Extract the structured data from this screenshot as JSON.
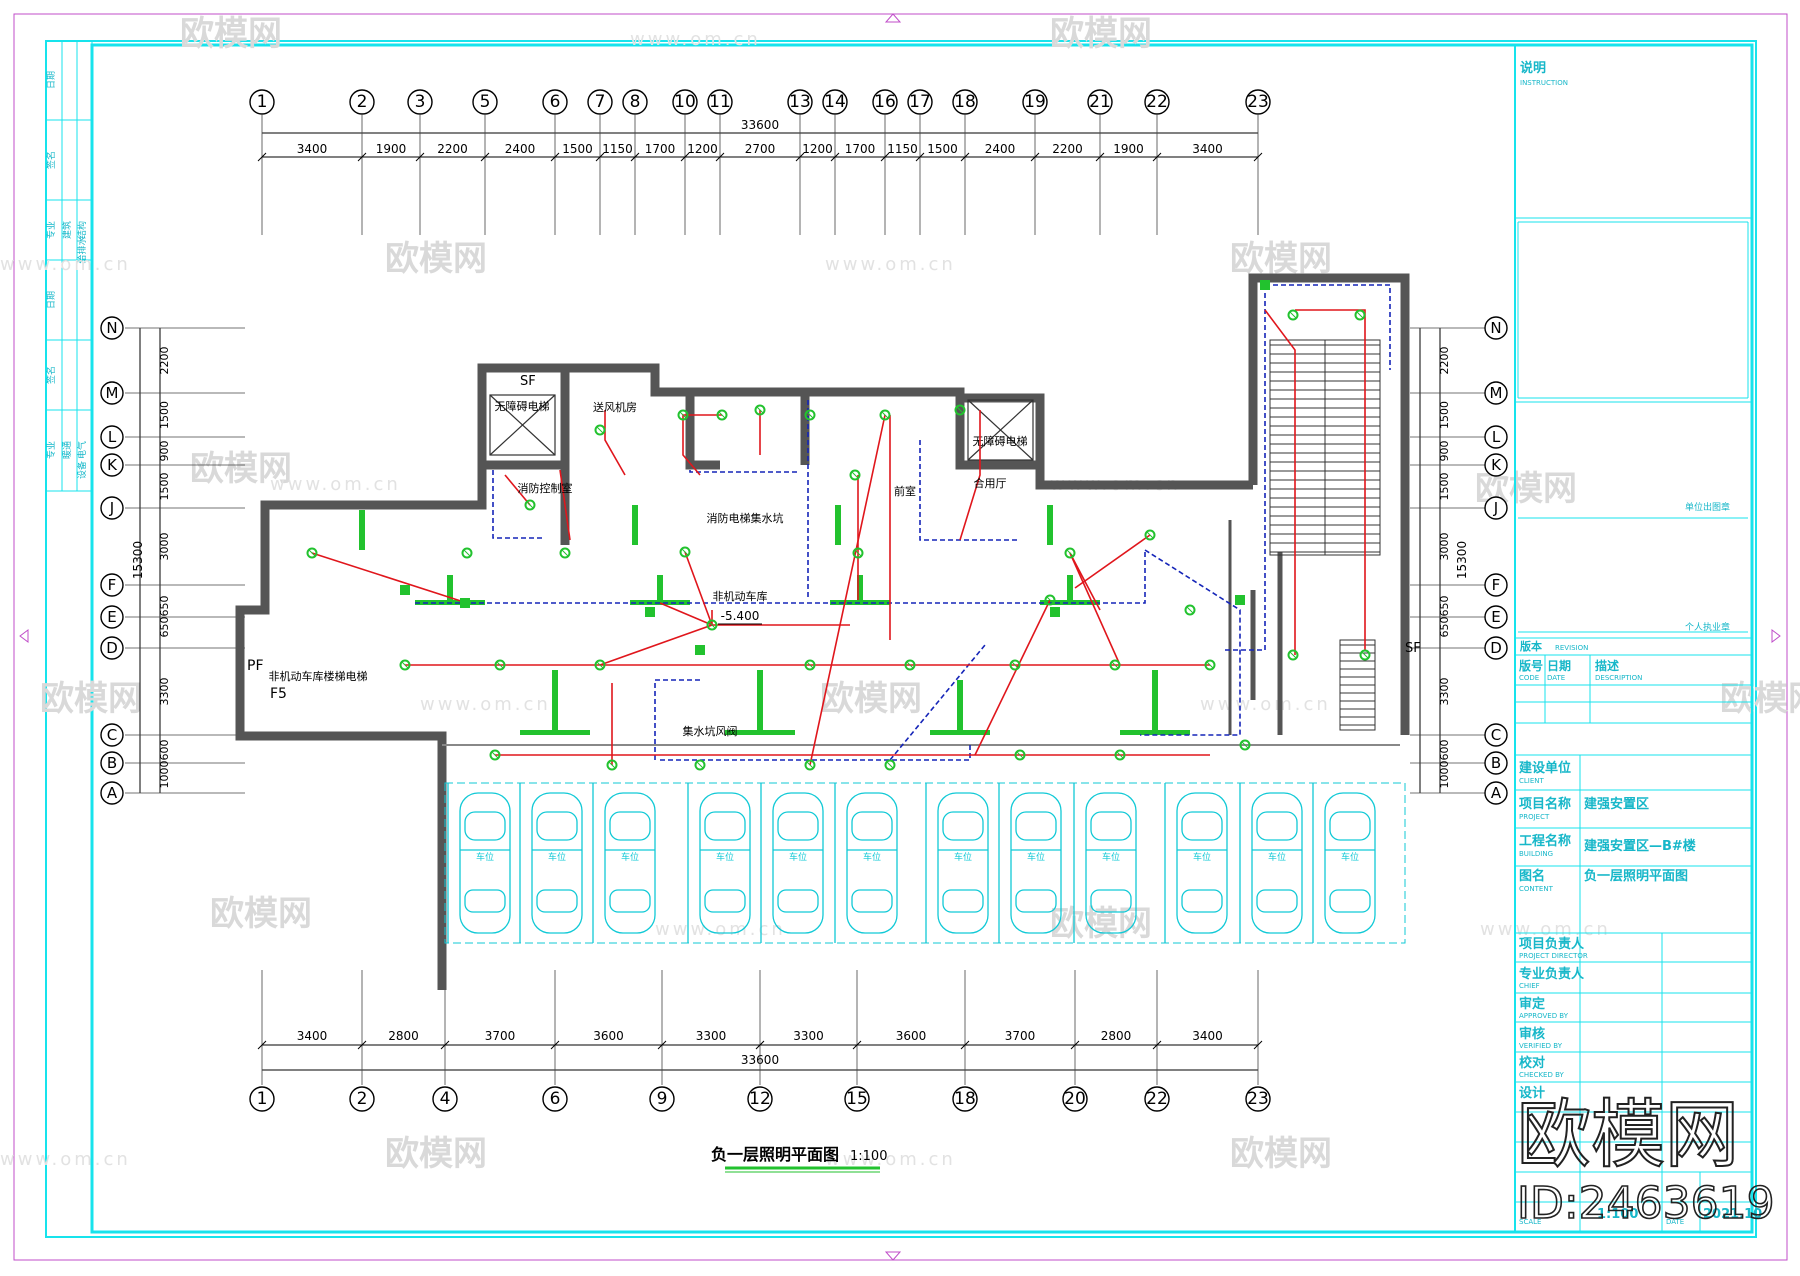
{
  "drawing": {
    "title": "负一层照明平面图",
    "scale": "1:100",
    "elevation": "-5.400",
    "overall_dim": "33600"
  },
  "axes_top": [
    "1",
    "2",
    "3",
    "5",
    "6",
    "7",
    "8",
    "10",
    "11",
    "13",
    "14",
    "16",
    "17",
    "18",
    "19",
    "21",
    "22",
    "23"
  ],
  "dims_top": [
    "3400",
    "1900",
    "2200",
    "2400",
    "1500",
    "1150",
    "1700",
    "1200",
    "2700",
    "1200",
    "1700",
    "1150",
    "1500",
    "2400",
    "2200",
    "1900",
    "3400"
  ],
  "axes_bottom": [
    "1",
    "2",
    "4",
    "6",
    "9",
    "12",
    "15",
    "18",
    "20",
    "22",
    "23"
  ],
  "dims_bottom": [
    "3400",
    "2800",
    "3700",
    "3600",
    "3300",
    "3300",
    "3600",
    "3700",
    "2800",
    "3400"
  ],
  "axes_rows": [
    "N",
    "M",
    "L",
    "K",
    "J",
    "F",
    "E",
    "D",
    "C",
    "B",
    "A"
  ],
  "dims_left": [
    "2200",
    "1500",
    "900",
    "1500",
    "3000",
    "650650",
    "3300",
    "1000600"
  ],
  "dim_total_side": "15300",
  "dims_right": [
    "2200",
    "1500",
    "900",
    "1500",
    "3000",
    "650650",
    "3300",
    "1000600"
  ],
  "rooms": {
    "garage": "非机动车库",
    "fan_room": "送风机房",
    "fire_control": "消防控制室",
    "elevator_pit": "消防电梯集水坑",
    "stair_hall": "前室",
    "lift_hall": "合用厅",
    "bike_room": "非机动车库楼梯电梯",
    "elev1": "无障碍电梯",
    "elev2": "无障碍电梯",
    "pf": "PF",
    "f5": "F5",
    "sf1": "SF",
    "sf2": "SF",
    "valve": "集水坑风阀"
  },
  "parking": {
    "count": 12,
    "label": "车位"
  },
  "left_strip": [
    "日期",
    "签名",
    "专业",
    "建筑",
    "结构",
    "给排水",
    "日期",
    "签名",
    "专业",
    "暖通",
    "电气",
    "设备"
  ],
  "title_block": {
    "instruction": "说明",
    "instruction_en": "INSTRUCTION",
    "unit_stamp": "单位出图章",
    "personal_stamp": "个人执业章",
    "revision": "版本",
    "revision_en": "REVISION",
    "rev_no": "版号",
    "rev_date": "日期",
    "rev_desc": "描述",
    "rev_no_en": "CODE",
    "rev_date_en": "DATE",
    "rev_desc_en": "DESCRIPTION",
    "client": "建设单位",
    "client_en": "CLIENT",
    "project": "项目名称",
    "project_en": "PROJECT",
    "project_value": "建强安置区",
    "building": "工程名称",
    "building_en": "BUILDING",
    "building_value": "建强安置区—B#楼",
    "content": "图名",
    "content_en": "CONTENT",
    "content_value": "负一层照明平面图",
    "director": "项目负责人",
    "director_en": "PROJECT DIRECTOR",
    "chief": "专业负责人",
    "chief_en": "CHIEF",
    "approved": "审定",
    "approved_en": "APPROVED BY",
    "verified": "审核",
    "verified_en": "VERIFIED BY",
    "checked": "校对",
    "checked_en": "CHECKED BY",
    "designed": "设计",
    "scale_label": "SCALE",
    "scale_value": "1:100",
    "date_label": "DATE",
    "date_value": "2021.10"
  },
  "watermark": {
    "brand": "欧模网",
    "url": "www.om.cn",
    "big": "欧模网",
    "id": "ID:2463619"
  },
  "colors": {
    "frame": "#17e3ec",
    "wall": "#555555",
    "column": "#22c22e",
    "wire": "#e0161c",
    "dash": "#1525b8",
    "car": "#11c9d6"
  }
}
